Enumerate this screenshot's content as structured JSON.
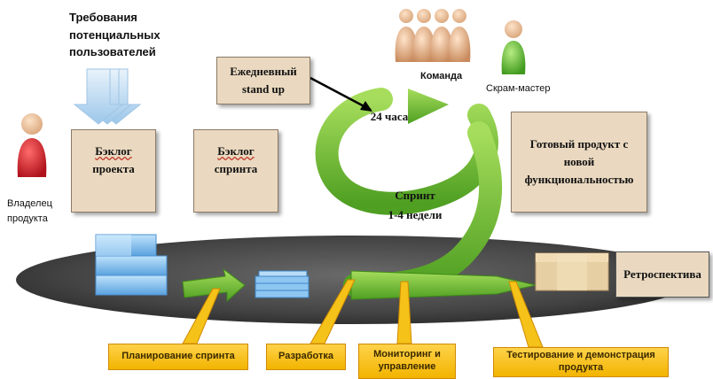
{
  "requirements": [
    "Требования",
    "потенциальных",
    "пользователей"
  ],
  "team_label": "Команда",
  "scrum_master_label": "Скрам-мастер",
  "owner_label": [
    "Владелец",
    "продукта"
  ],
  "daily_box": [
    "Ежедневный",
    "stand up"
  ],
  "hours_label": "24 часа",
  "product_backlog": [
    "Бэклог",
    "проекта"
  ],
  "sprint_backlog": [
    "Бэклог",
    "спринта"
  ],
  "sprint_label": [
    "Спринт",
    "1-4 недели"
  ],
  "product_box": [
    "Готовый продукт с",
    "новой",
    "функциональностью"
  ],
  "retro_label": "Ретроспектива",
  "stages": {
    "planning": "Планирование спринта",
    "development": "Разработка",
    "monitoring": [
      "Мониторинг и",
      "управление"
    ],
    "testing": [
      "Тестирование и демонстрация",
      "продукта"
    ]
  },
  "colors": {
    "green": "#7cc242",
    "yellow": "#f5c219",
    "box": "#ead9c0",
    "ellipse": "#3f3f3f",
    "red_person": "#d8202a",
    "green_person": "#6cbf3a",
    "beige_person": "#e9b98f"
  }
}
